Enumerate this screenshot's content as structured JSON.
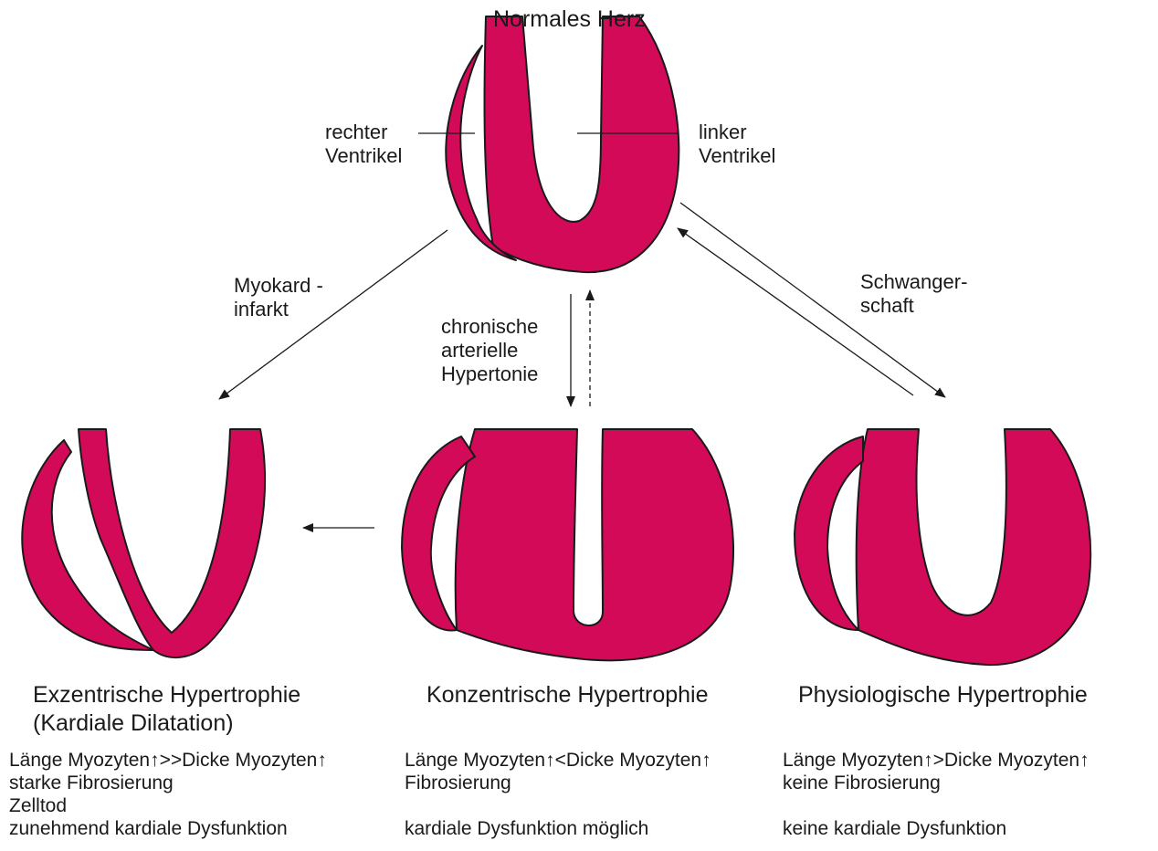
{
  "colors": {
    "muscle": "#d20a58",
    "outline": "#1a1a1a",
    "arrow": "#1a1a1a"
  },
  "top_heart": {
    "title": "Normales Herz",
    "right_label": [
      "rechter",
      "Ventrikel"
    ],
    "left_label": [
      "linker",
      "Ventrikel"
    ]
  },
  "transitions": {
    "myocardial": [
      "Myokard -",
      "infarkt"
    ],
    "hypertension": [
      "chronische",
      "arterielle",
      "Hypertonie"
    ],
    "pregnancy": [
      "Schwanger-",
      "schaft"
    ]
  },
  "columns": [
    {
      "title": [
        "Exzentrische Hypertrophie",
        "(Kardiale Dilatation)"
      ],
      "lines": [
        "Länge Myozyten↑>>Dicke Myozyten↑",
        "starke Fibrosierung",
        "Zelltod",
        "zunehmend kardiale Dysfunktion"
      ]
    },
    {
      "title": [
        "Konzentrische Hypertrophie"
      ],
      "lines": [
        "Länge Myozyten↑<Dicke Myozyten↑",
        "Fibrosierung",
        "",
        "kardiale Dysfunktion möglich"
      ]
    },
    {
      "title": [
        "Physiologische Hypertrophie"
      ],
      "lines": [
        "Länge Myozyten↑>Dicke Myozyten↑",
        "keine Fibrosierung",
        "",
        "keine kardiale Dysfunktion"
      ]
    }
  ]
}
